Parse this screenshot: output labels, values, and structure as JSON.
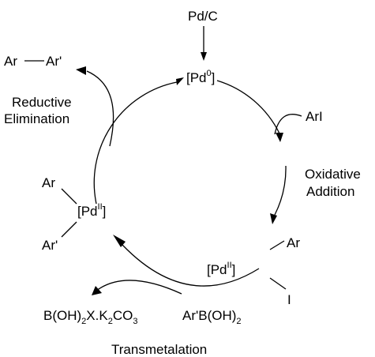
{
  "catalyst_source": "Pd/C",
  "pd0": {
    "base": "[Pd",
    "sup": "0",
    "close": "]"
  },
  "product": {
    "ar": "Ar",
    "ar_prime": "Ar'"
  },
  "reductive_elimination": {
    "line1": "Reductive",
    "line2": "Elimination"
  },
  "aryl_iodide": "ArI",
  "oxidative_addition": {
    "line1": "Oxidative",
    "line2": "Addition"
  },
  "pd2_left": {
    "ar": "Ar",
    "ar_prime": "Ar'",
    "base": "[Pd",
    "sup": "II",
    "close": "]"
  },
  "pd2_right": {
    "ar": "Ar",
    "i": "I",
    "base": "[Pd",
    "sup": "II",
    "close": "]"
  },
  "byproduct": {
    "p1": "B(OH)",
    "s1": "2",
    "p2": "X.K",
    "s2": "2",
    "p3": "CO",
    "s3": "3"
  },
  "boronic_acid": {
    "p1": "Ar'B(OH)",
    "s1": "2"
  },
  "transmetalation": "Transmetalation"
}
